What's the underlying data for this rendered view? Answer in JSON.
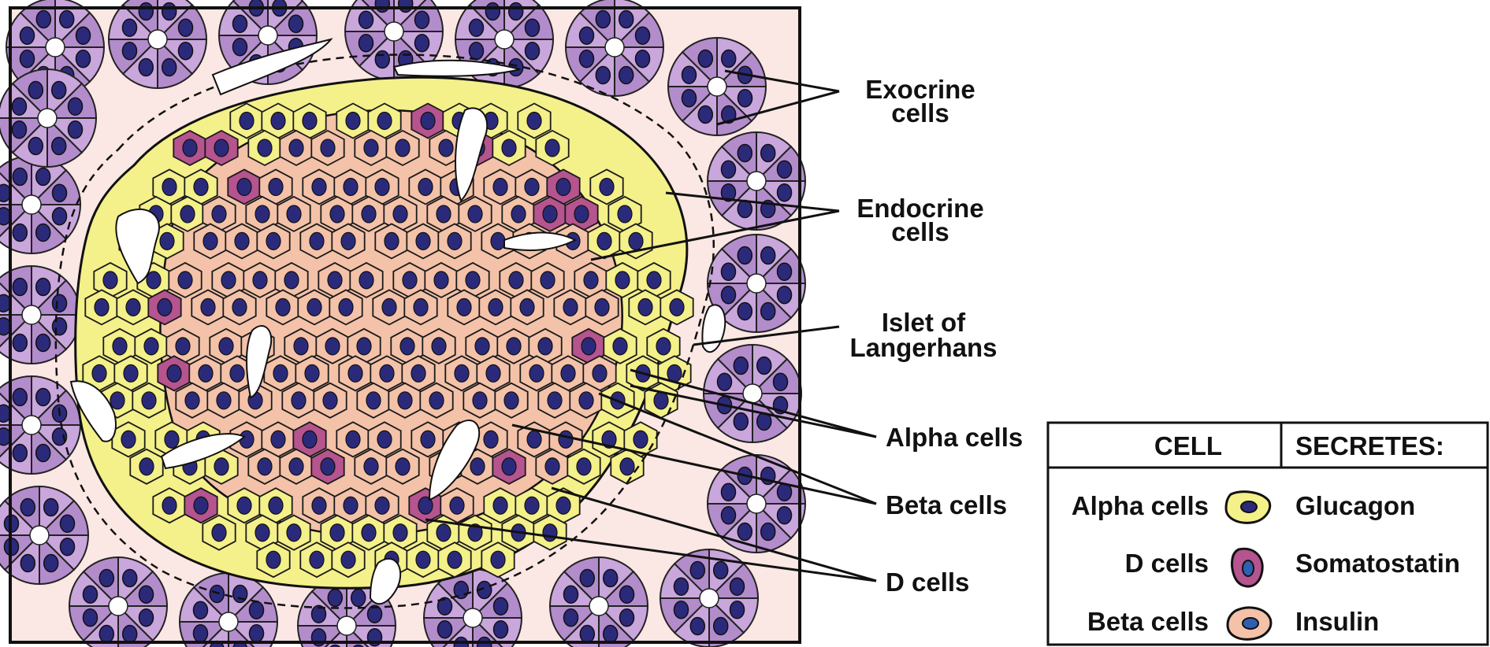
{
  "labels": {
    "exocrine": [
      "Exocrine",
      "cells"
    ],
    "endocrine": [
      "Endocrine",
      "cells"
    ],
    "islet": [
      "Islet of",
      "Langerhans"
    ],
    "alpha": "Alpha cells",
    "beta": "Beta cells",
    "d": "D cells"
  },
  "table": {
    "headers": [
      "CELL",
      "SECRETES:"
    ],
    "rows": [
      {
        "cell": "Alpha cells",
        "icon": "alpha-cell-icon",
        "secretes": "Glucagon"
      },
      {
        "cell": "D cells",
        "icon": "d-cell-icon",
        "secretes": "Somatostatin"
      },
      {
        "cell": "Beta cells",
        "icon": "beta-cell-icon",
        "secretes": "Insulin"
      }
    ]
  },
  "colors": {
    "exocrine_cell": "#b38ccc",
    "exocrine_cell_light": "#c9a6dc",
    "nucleus": "#2b2a7a",
    "alpha_cell": "#f4f08a",
    "beta_cell": "#f3c2a8",
    "d_cell": "#b5548f",
    "stroma": "#fbe7e3",
    "vessel": "#ffffff"
  }
}
